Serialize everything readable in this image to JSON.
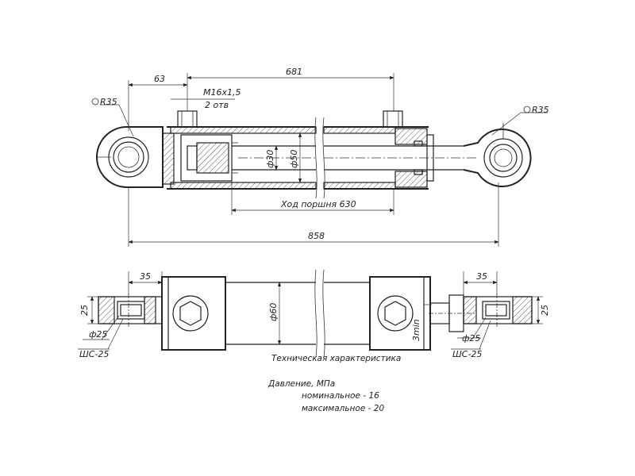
{
  "dimensions": {
    "d63": "63",
    "d681": "681",
    "thread": "M16x1,5",
    "thread_count": "2 отв",
    "r35_left": "R35",
    "r35_right": "R35",
    "d30": "ф30",
    "d50": "ф50",
    "stroke": "Ход поршня 630",
    "d858": "858",
    "d35_left": "35",
    "d35_right": "35",
    "d25_left": "25",
    "d25_right": "25",
    "d60": "ф60",
    "dia25_left": "ф25",
    "dia25_right": "ф25",
    "sh25_left": "ШС-25",
    "sh25_right": "ШС-25",
    "d3min": "3min"
  },
  "specs": {
    "title": "Техническая характеристика",
    "pressure_label": "Давление, МПа",
    "nominal": "номинальное  -  16",
    "maximal": "максимальное - 20"
  }
}
